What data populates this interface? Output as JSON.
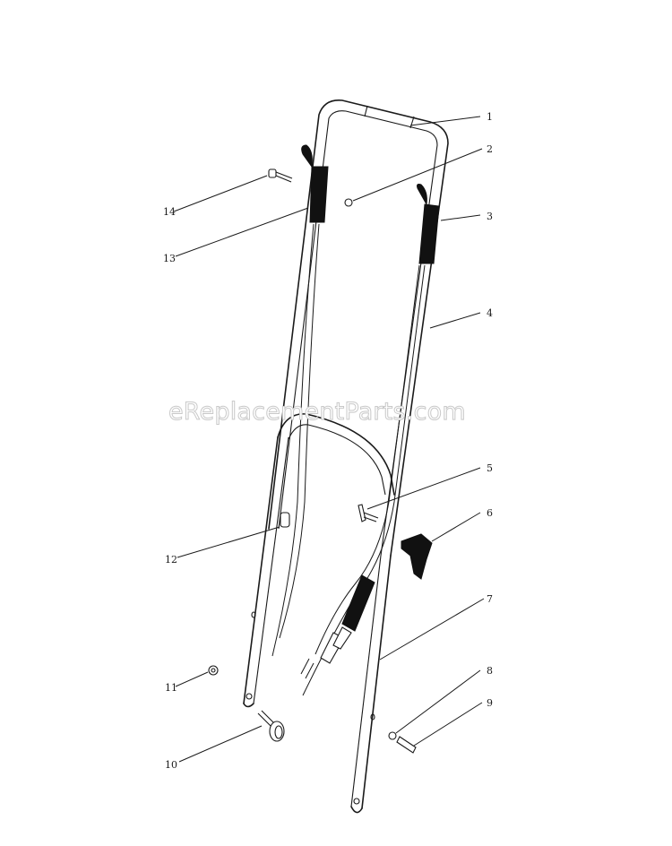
{
  "watermark": "eReplacementParts.com",
  "callouts": [
    {
      "number": "1",
      "side": "right"
    },
    {
      "number": "2",
      "side": "right"
    },
    {
      "number": "3",
      "side": "right"
    },
    {
      "number": "4",
      "side": "right"
    },
    {
      "number": "5",
      "side": "right"
    },
    {
      "number": "6",
      "side": "right"
    },
    {
      "number": "7",
      "side": "right"
    },
    {
      "number": "8",
      "side": "right"
    },
    {
      "number": "9",
      "side": "right"
    },
    {
      "number": "10",
      "side": "left"
    },
    {
      "number": "11",
      "side": "left"
    },
    {
      "number": "12",
      "side": "left"
    },
    {
      "number": "13",
      "side": "left"
    },
    {
      "number": "14",
      "side": "left"
    }
  ],
  "colors": {
    "line": "#1a1a1a",
    "part_fill": "#111111",
    "watermark_outline": "#c9c9c9",
    "background": "#ffffff"
  }
}
